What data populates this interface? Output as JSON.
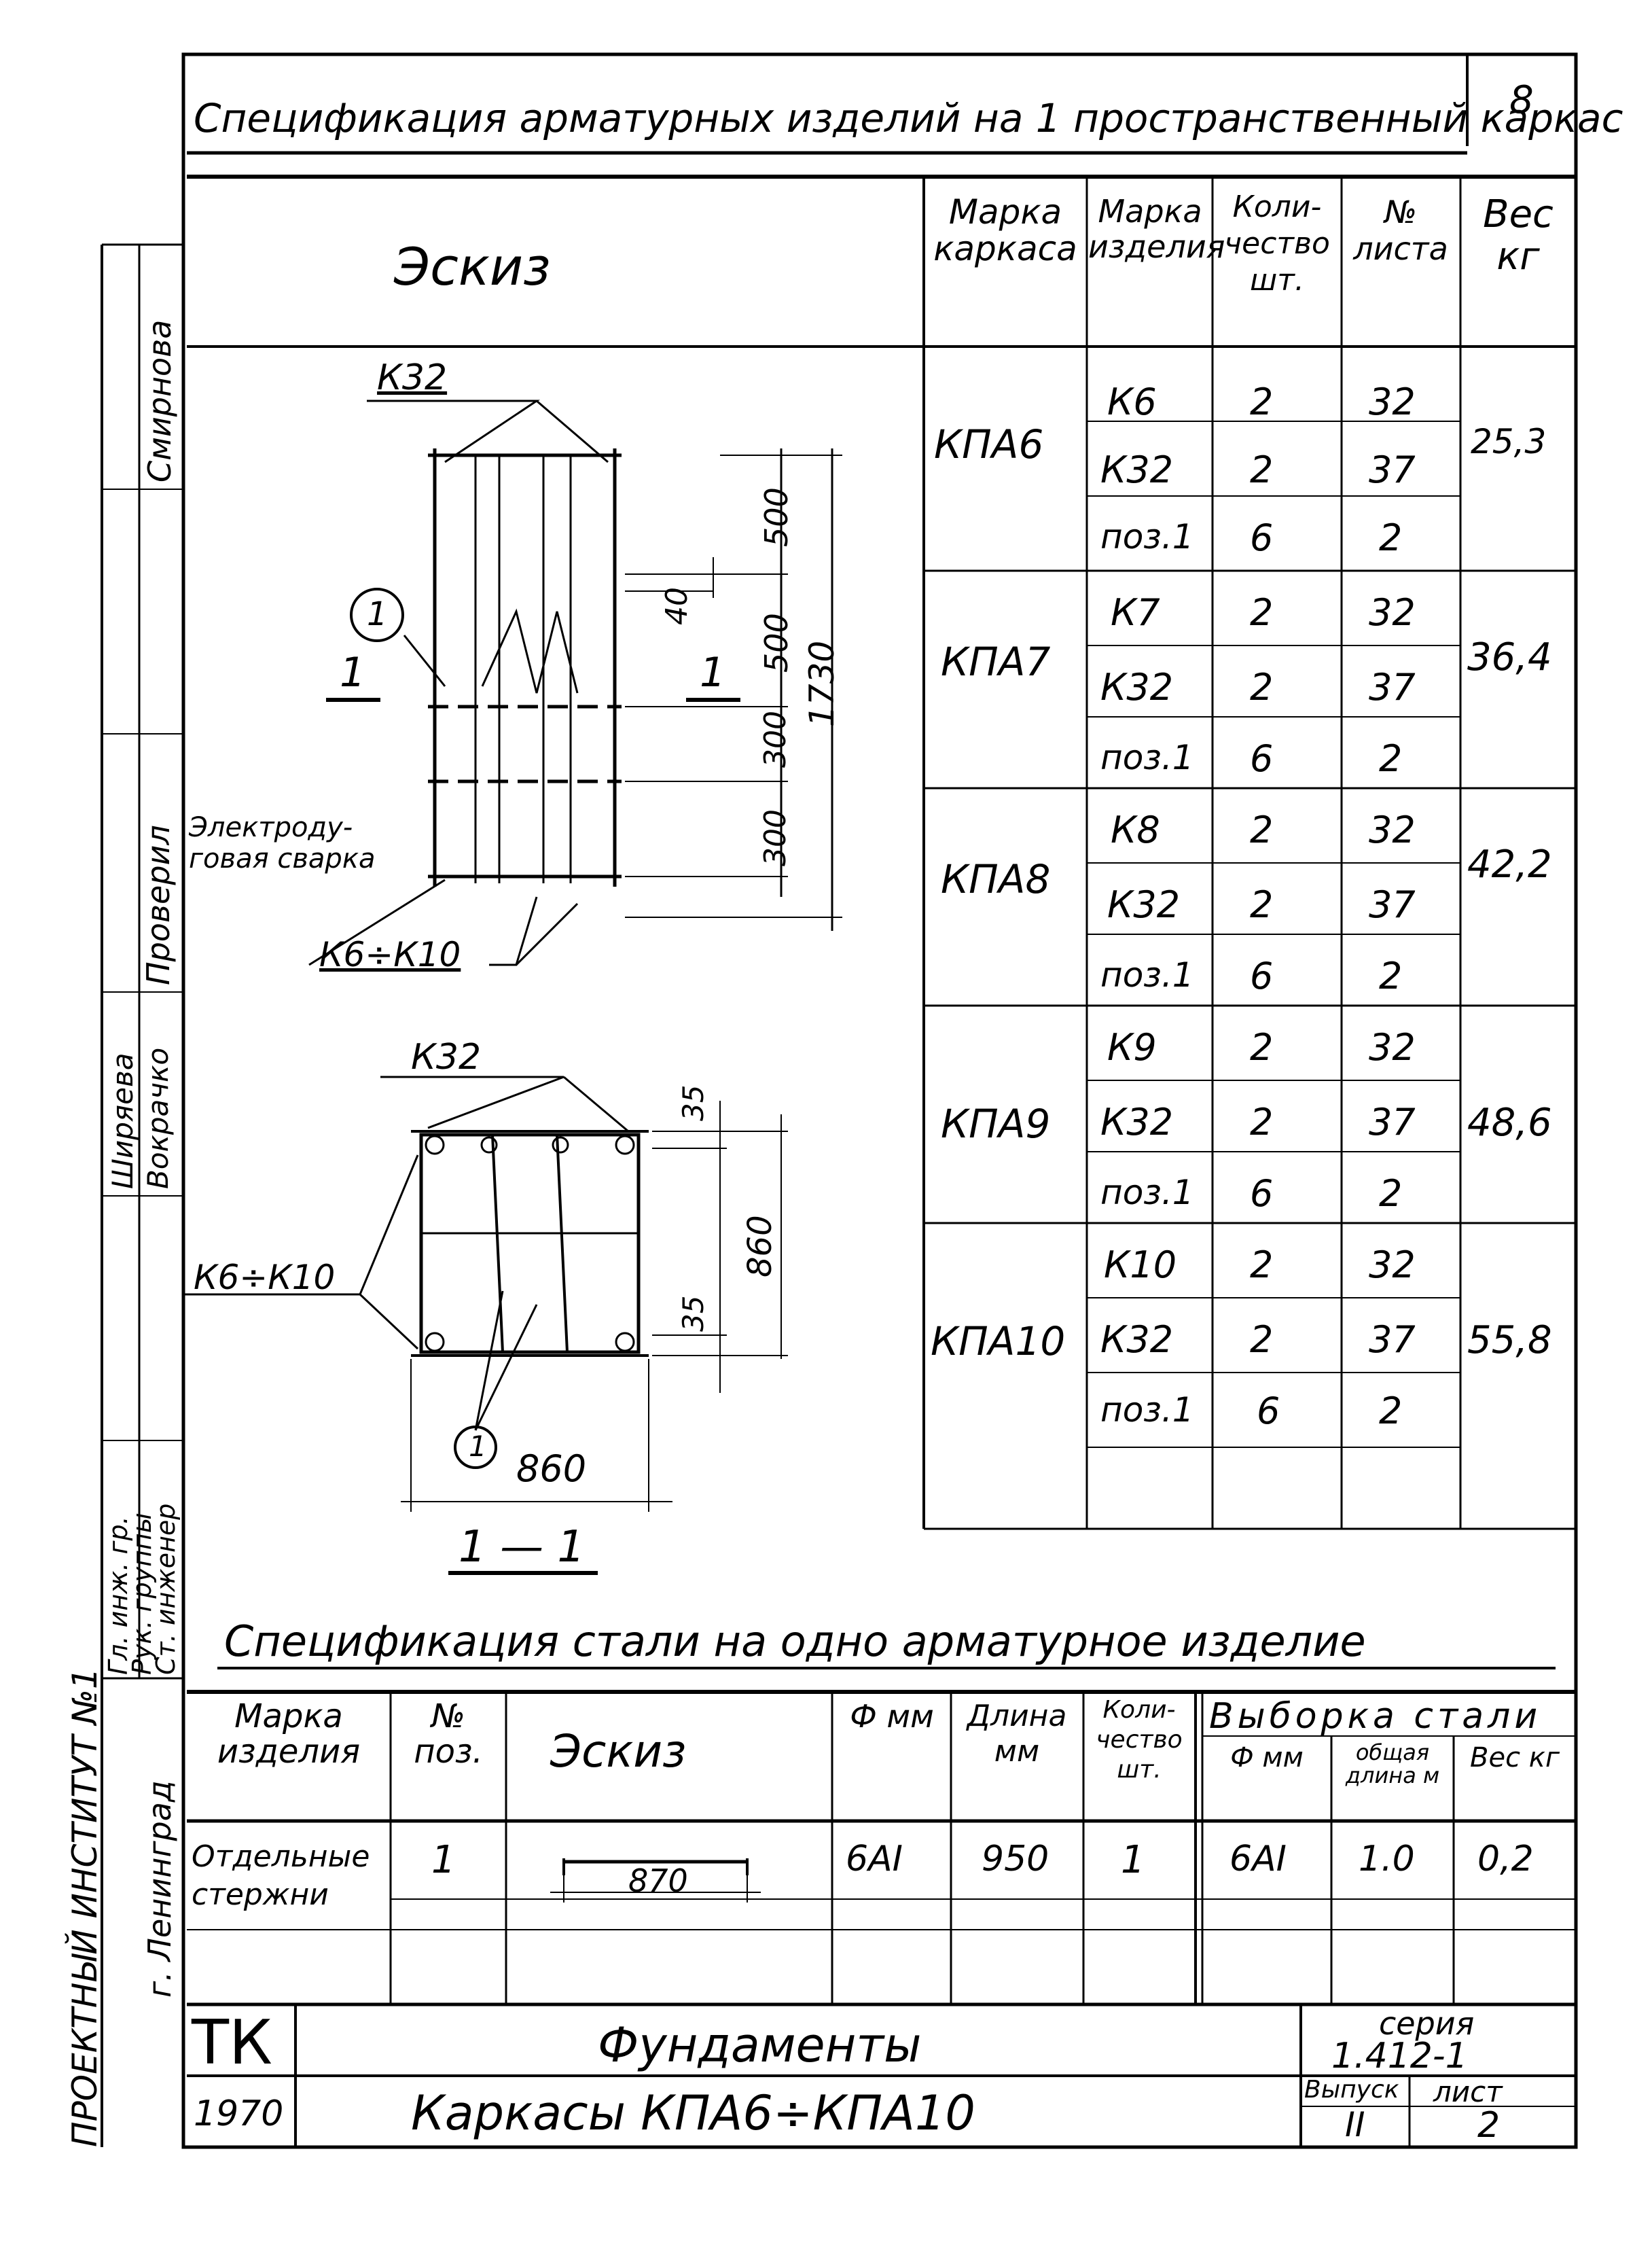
{
  "sheet_number": "8",
  "top_title": "Спецификация арматурных изделий на 1 пространственный каркас",
  "upper_table": {
    "header": {
      "sketch": "Эскиз",
      "frame_mark": "Марка каркаса",
      "item_mark": "Марка изделия",
      "quantity": "Коли-чество шт.",
      "sheet_no": "№ листа",
      "weight": "Вес кг"
    },
    "groups": [
      {
        "frame": "КПА6",
        "weight": "25,3",
        "rows": [
          {
            "item": "К6",
            "qty": "2",
            "sheet": "32"
          },
          {
            "item": "К32",
            "qty": "2",
            "sheet": "37"
          },
          {
            "item": "поз.1",
            "qty": "6",
            "sheet": "2"
          }
        ]
      },
      {
        "frame": "КПА7",
        "weight": "36,4",
        "rows": [
          {
            "item": "К7",
            "qty": "2",
            "sheet": "32"
          },
          {
            "item": "К32",
            "qty": "2",
            "sheet": "37"
          },
          {
            "item": "поз.1",
            "qty": "6",
            "sheet": "2"
          }
        ]
      },
      {
        "frame": "КПА8",
        "weight": "42,2",
        "rows": [
          {
            "item": "К8",
            "qty": "2",
            "sheet": "32"
          },
          {
            "item": "К32",
            "qty": "2",
            "sheet": "37"
          },
          {
            "item": "поз.1",
            "qty": "6",
            "sheet": "2"
          }
        ]
      },
      {
        "frame": "КПА9",
        "weight": "48,6",
        "rows": [
          {
            "item": "К9",
            "qty": "2",
            "sheet": "32"
          },
          {
            "item": "К32",
            "qty": "2",
            "sheet": "37"
          },
          {
            "item": "поз.1",
            "qty": "6",
            "sheet": "2"
          }
        ]
      },
      {
        "frame": "КПА10",
        "weight": "55,8",
        "rows": [
          {
            "item": "К10",
            "qty": "2",
            "sheet": "32"
          },
          {
            "item": "К32",
            "qty": "2",
            "sheet": "37"
          },
          {
            "item": "поз.1",
            "qty": "6",
            "sheet": "2"
          }
        ]
      }
    ]
  },
  "drawing": {
    "top_k32": "К32",
    "dims_vertical": [
      "500",
      "40",
      "500",
      "300",
      "300"
    ],
    "dim_total": "1730",
    "callout_1": "1",
    "section_mark": "1",
    "weld_note": "Электроду-говая сварка",
    "k6_k10": "К6÷К10",
    "section_k32": "К32",
    "section_k6_k10": "К6÷К10",
    "section_dims": [
      "35",
      "860",
      "35"
    ],
    "section_width": "860",
    "section_callout": "1",
    "section_label": "1 — 1"
  },
  "steel_title": "Спецификация стали на одно арматурное изделие",
  "steel_table": {
    "header": {
      "item_mark": "Марка изделия",
      "pos": "№ поз.",
      "sketch": "Эскиз",
      "dia": "Ф мм",
      "length": "Длина мм",
      "qty": "Коли-чество шт.",
      "selection": "Выборка стали",
      "sel_dia": "Ф мм",
      "sel_len": "общая длина м",
      "sel_weight": "Вес кг"
    },
    "row": {
      "item": "Отдельные стержни",
      "pos": "1",
      "sketch_dim": "870",
      "dia": "6АI",
      "length": "950",
      "qty": "1",
      "sel_dia": "6АI",
      "sel_len": "1.0",
      "sel_weight": "0,2"
    }
  },
  "stamp": {
    "org": "ТК",
    "year": "1970",
    "title": "Фундаменты",
    "subtitle": "Каркасы КПА6÷КПА10",
    "series_label": "серия",
    "series_value": "1.412-1",
    "issue_label": "Выпуск",
    "issue_value": "II",
    "sheet_label": "лист",
    "sheet_value": "2"
  },
  "side_block": {
    "institute": "ПРОЕКТНЫЙ ИНСТИТУТ №1",
    "city": "г. Ленинград",
    "roles": [
      "Гл. инж. гр.",
      "Рук. группы",
      "Ст. инженер",
      "Проверил"
    ],
    "names": [
      "Смирнова",
      "Ширяева",
      "Вокрачко"
    ]
  }
}
